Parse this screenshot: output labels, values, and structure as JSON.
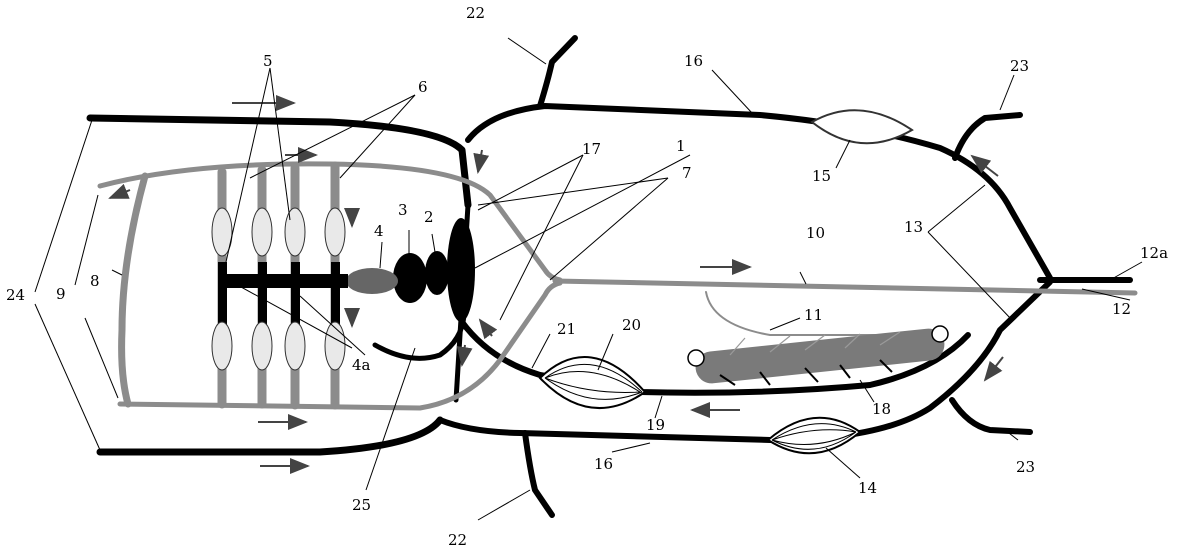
{
  "labels": {
    "l1": "1",
    "l2": "2",
    "l3": "3",
    "l4": "4",
    "l4a": "4a",
    "l5": "5",
    "l6": "6",
    "l7": "7",
    "l8": "8",
    "l9": "9",
    "l10": "10",
    "l11": "11",
    "l12": "12",
    "l12a": "12a",
    "l13": "13",
    "l14": "14",
    "l15": "15",
    "l16a": "16",
    "l16b": "16",
    "l17": "17",
    "l18": "18",
    "l19": "19",
    "l20": "20",
    "l21": "21",
    "l22a": "22",
    "l22b": "22",
    "l23a": "23",
    "l23b": "23",
    "l24": "24",
    "l25": "25"
  },
  "colors": {
    "vessel_dark": "#000000",
    "vessel_grey": "#8c8c8c",
    "organ_grey": "#7a7a7a",
    "background": "#ffffff"
  }
}
